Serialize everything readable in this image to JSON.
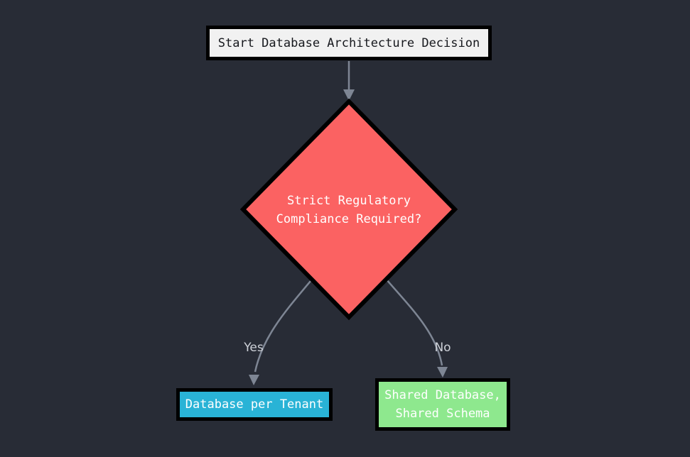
{
  "canvas": {
    "background": "#282c36"
  },
  "nodes": {
    "start": {
      "label": "Start Database Architecture Decision",
      "fill": "#f1f1f1",
      "text_color": "#16181d",
      "border_color": "#000000"
    },
    "decision": {
      "label_line1": "Strict Regulatory",
      "label_line2": "Compliance Required?",
      "fill": "#fb6262",
      "text_color": "#ffffff",
      "border_color": "#000000"
    },
    "yes_result": {
      "label": "Database per Tenant",
      "fill": "#29b3d6",
      "text_color": "#ffffff",
      "border_color": "#000000"
    },
    "no_result": {
      "label_line1": "Shared Database,",
      "label_line2": "Shared Schema",
      "fill": "#8ee88e",
      "text_color": "#ffffff",
      "border_color": "#000000"
    }
  },
  "edges": {
    "color": "#7e8694",
    "label_color": "#ced2d9",
    "yes_label": "Yes",
    "no_label": "No"
  }
}
